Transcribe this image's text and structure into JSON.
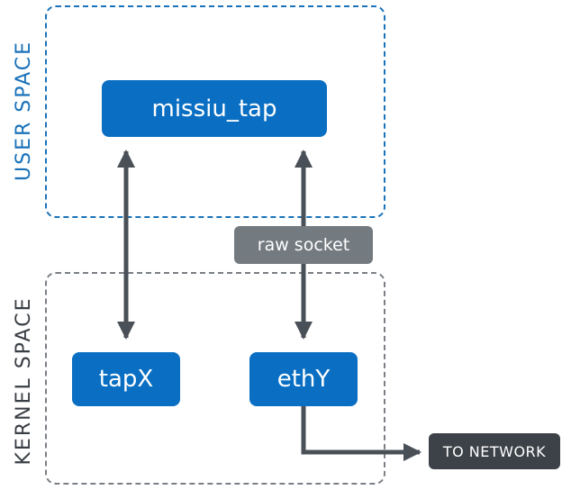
{
  "regions": {
    "user_space_label": "USER SPACE",
    "kernel_space_label": "KERNEL SPACE"
  },
  "nodes": {
    "missiu_tap": "missiu_tap",
    "tapx": "tapX",
    "ethy": "ethY"
  },
  "labels": {
    "raw_socket": "raw socket",
    "to_network": "TO NETWORK"
  },
  "colors": {
    "node_blue": "#0a6fc2",
    "user_region_blue": "#1a72b9",
    "kernel_region_gray": "#7a7f85",
    "connector_gray": "#4a5057",
    "pill_gray": "#737a80",
    "network_pill_dark": "#3d4248"
  }
}
